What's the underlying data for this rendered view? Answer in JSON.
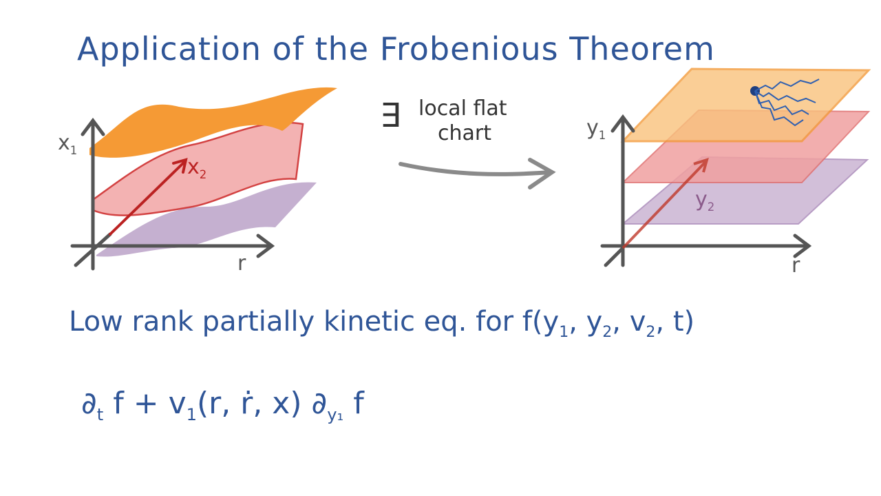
{
  "title": "Application of the Frobenious Theorem",
  "arrow_label": {
    "symbol": "∃",
    "line1": "local flat",
    "line2": "chart"
  },
  "left_diagram": {
    "axis_vertical": "x",
    "axis_vertical_sub": "1",
    "axis_depth": "x",
    "axis_depth_sub": "2",
    "axis_horizontal": "r"
  },
  "right_diagram": {
    "axis_vertical": "y",
    "axis_vertical_sub": "1",
    "axis_depth": "y",
    "axis_depth_sub": "2",
    "axis_horizontal": "r"
  },
  "text_line": {
    "prefix": "Low rank partially kinetic eq.   for  f(y",
    "s1": "1",
    "m1": ", y",
    "s2": "2",
    "m2": ", v",
    "s3": "2",
    "end": ", t)"
  },
  "equation": {
    "d1": "∂",
    "d1_sub": "t",
    "p1": " f + v",
    "v_sub": "1",
    "p2": "(r, ṙ, x) ∂",
    "d2_sub": "y₁",
    "p3": " f"
  },
  "colors": {
    "ink": "#2f5597",
    "orange": "#f39a3a",
    "red": "#e06a6a",
    "purple": "#a98bb5",
    "axis": "#555555"
  }
}
